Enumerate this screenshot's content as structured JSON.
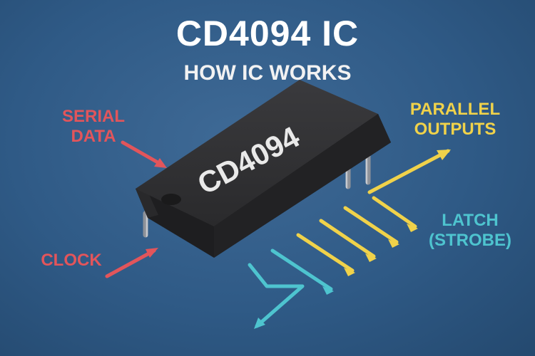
{
  "title": "CD4094 IC",
  "subtitle": "HOW IC WORKS",
  "chip_marking": "CD4094",
  "labels": {
    "serial_data": "SERIAL\nDATA",
    "clock": "CLOCK",
    "parallel_outputs": "PARALLEL\nOUTPUTS",
    "latch": "LATCH\n(STROBE)"
  },
  "colors": {
    "background": "#2f5a86",
    "chip_body": "#2b2b2d",
    "pins": "#b9bcc2",
    "serial_clock": "#e2555b",
    "parallel": "#f0d24a",
    "latch": "#4ec4cf"
  }
}
